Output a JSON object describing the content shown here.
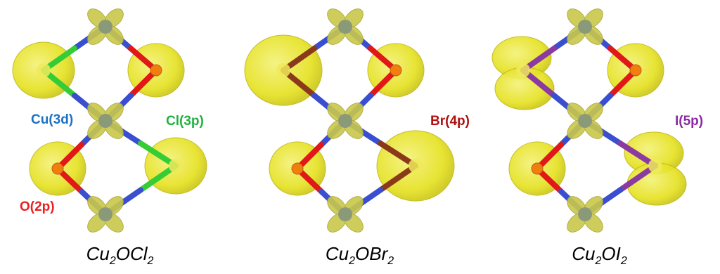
{
  "colors": {
    "cu_bond": "#3a4fd0",
    "o_atom": "#f07f10",
    "o_bond": "#e01818",
    "isosurface": "#e6e223",
    "cu_atom": "#8a9a78"
  },
  "panels": [
    {
      "id": "cl",
      "halogen_color": "#35cc35",
      "halogen_radius_scale": 1.0,
      "split_lobes": false,
      "labels": [
        {
          "key": "cu",
          "text": "Cu(3d)",
          "color": "#1b72c4"
        },
        {
          "key": "halogen",
          "text": "Cl(3p)",
          "color": "#1fb33f"
        },
        {
          "key": "o",
          "text": "O(2p)",
          "color": "#e82020"
        }
      ],
      "caption": {
        "base1": "Cu",
        "sub1": "2",
        "mid": "OCl",
        "sub2": "2"
      }
    },
    {
      "id": "br",
      "halogen_color": "#8a3a1a",
      "halogen_radius_scale": 1.25,
      "split_lobes": false,
      "labels": [
        {
          "key": "halogen",
          "text": "Br(4p)",
          "color": "#b01010"
        }
      ],
      "caption": {
        "base1": "Cu",
        "sub1": "2",
        "mid": "OBr",
        "sub2": "2"
      }
    },
    {
      "id": "i",
      "halogen_color": "#8a3aa0",
      "halogen_radius_scale": 1.0,
      "split_lobes": true,
      "labels": [
        {
          "key": "halogen",
          "text": "I(5p)",
          "color": "#8a2aa0"
        }
      ],
      "caption": {
        "base1": "Cu",
        "sub1": "2",
        "mid": "OI",
        "sub2": "2"
      }
    }
  ]
}
